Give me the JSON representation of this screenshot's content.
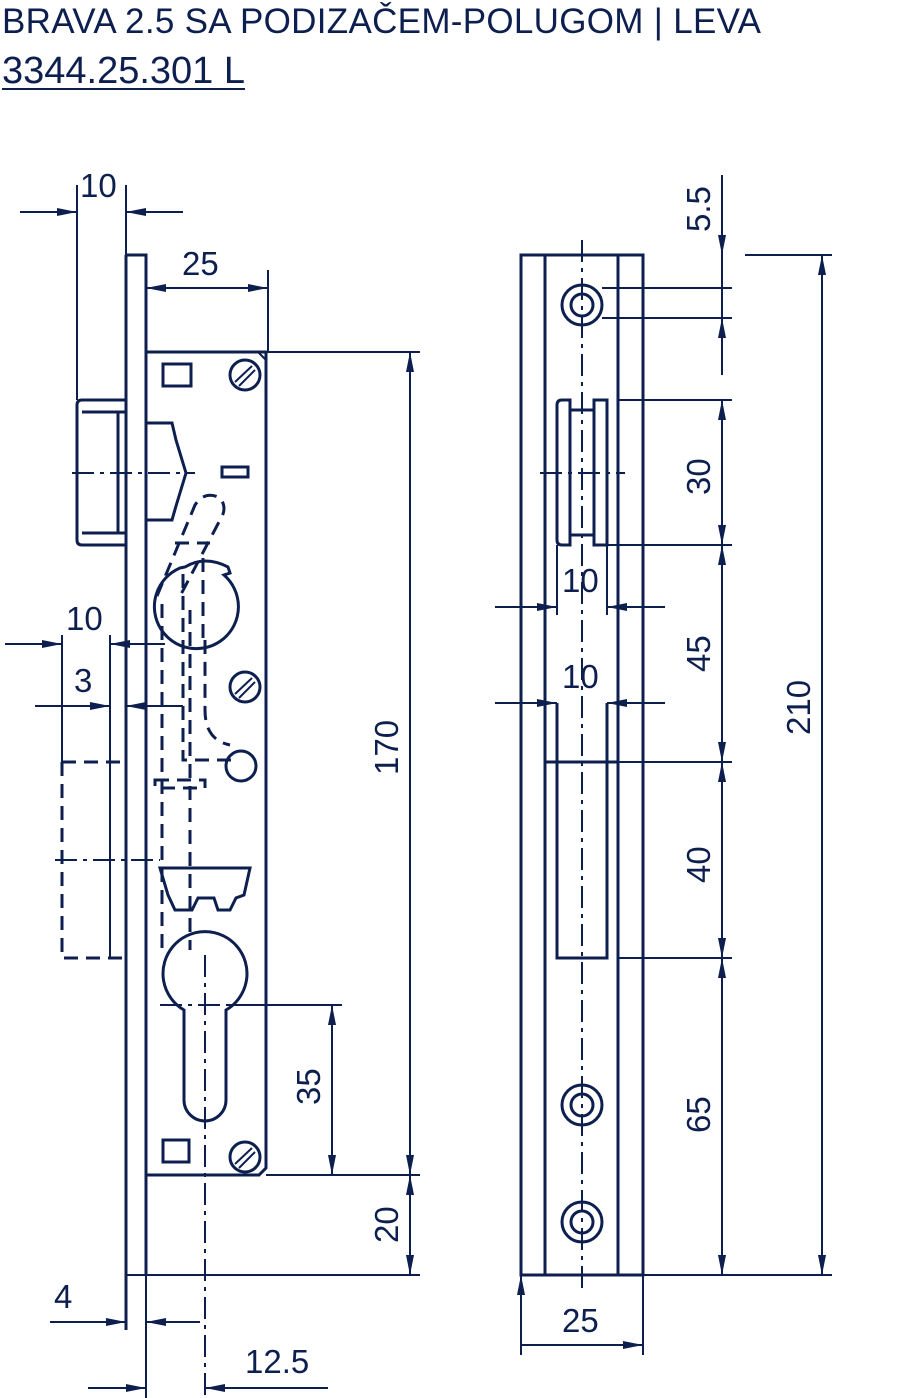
{
  "header": {
    "title": "BRAVA 2.5 SA PODIZAČEM-POLUGOM | LEVA",
    "code": "3344.25.301 L"
  },
  "dimensions": {
    "side_view": {
      "faceplate_offset": "10",
      "body_depth": "25",
      "backset_top": "10",
      "bolt_offset": "3",
      "height": "170",
      "bottom": "20",
      "cylinder": "35",
      "plate_thickness": "4",
      "cylinder_axis": "12.5"
    },
    "front_view": {
      "top": "5.5",
      "latch_opening": "30",
      "gap": "45",
      "bolt_opening": "40",
      "bottom_gap": "65",
      "total": "210",
      "latch_width": "10",
      "bolt_width": "10",
      "plate_width": "25"
    }
  },
  "colors": {
    "ink": "#0d1f4f"
  }
}
